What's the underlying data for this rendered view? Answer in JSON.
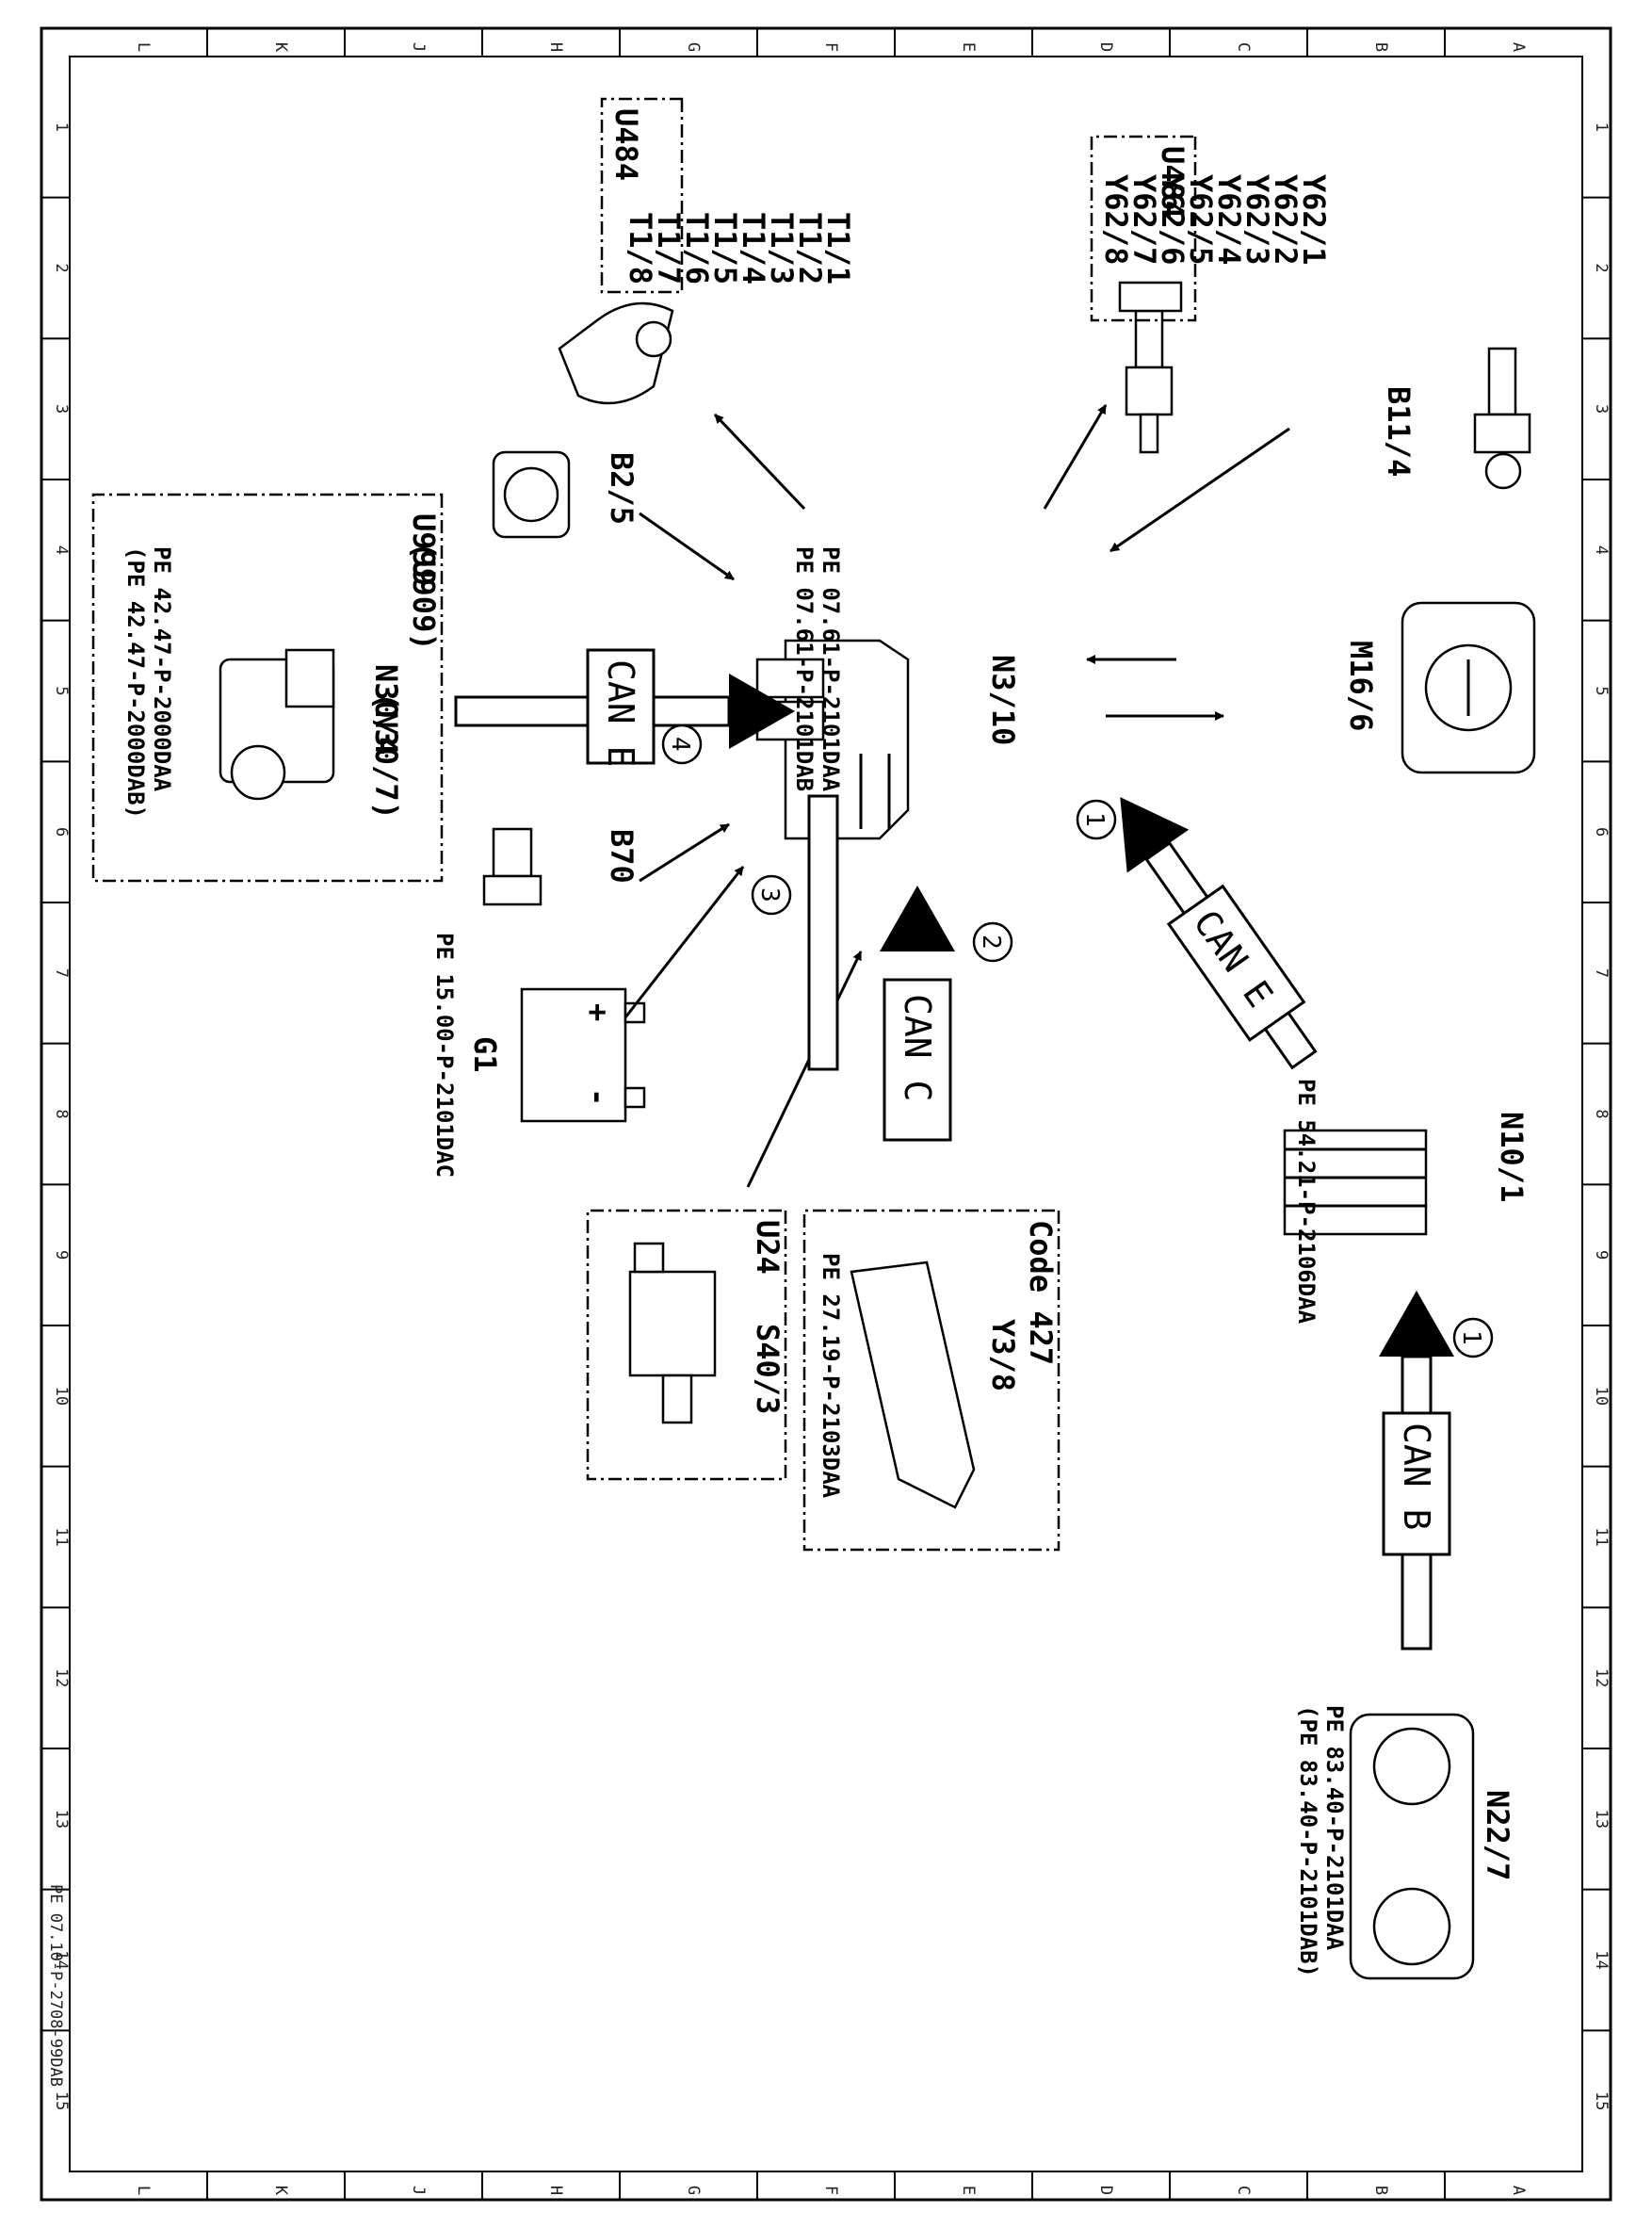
{
  "diagram": {
    "id": "PE 07.10-P-2708-99DAB",
    "grid_columns": [
      "L",
      "K",
      "J",
      "H",
      "G",
      "F",
      "E",
      "D",
      "C",
      "B",
      "A"
    ],
    "grid_rows": [
      "1",
      "2",
      "3",
      "4",
      "5",
      "6",
      "7",
      "8",
      "9",
      "10",
      "11",
      "12",
      "13",
      "14",
      "15"
    ],
    "components": {
      "n3_10": {
        "code": "N3/10",
        "refs": [
          "PE 07.61-P-2101DAA",
          "PE 07.61-P-2101DAB"
        ]
      },
      "t1": {
        "codes": [
          "T1/1",
          "T1/2",
          "T1/3",
          "T1/4",
          "T1/5",
          "T1/6",
          "T1/7",
          "T1/8"
        ],
        "group_label": "U484"
      },
      "y62": {
        "codes": [
          "Y62/1",
          "Y62/2",
          "Y62/3",
          "Y62/4",
          "Y62/5",
          "Y62/6",
          "Y62/7",
          "Y62/8"
        ],
        "group_label": "U484"
      },
      "b11_4": {
        "code": "B11/4"
      },
      "m16_6": {
        "code": "M16/6"
      },
      "b2_5": {
        "code": "B2/5"
      },
      "n30_4": {
        "code": "N30/4",
        "alt_code": "(N30/7)",
        "group_label": "U999",
        "group_label_alt": "(U909)",
        "refs": [
          "PE 42.47-P-2000DAA",
          "(PE 42.47-P-2000DAB)"
        ]
      },
      "b70": {
        "code": "B70"
      },
      "g1": {
        "code": "G1",
        "plus": "+",
        "minus": "-",
        "refs": [
          "PE 15.00-P-2101DAC"
        ]
      },
      "s40_3": {
        "code": "S40/3",
        "group_label": "U24"
      },
      "y3_8": {
        "code": "Y3/8",
        "group_label": "Code 427",
        "refs": [
          "PE 27.19-P-2103DAA"
        ]
      },
      "n10_1": {
        "code": "N10/1",
        "refs": [
          "PE 54.21-P-2106DAA"
        ]
      },
      "n22_7": {
        "code": "N22/7",
        "refs": [
          "PE 83.40-P-2101DAA",
          "(PE 83.40-P-2101DAB)"
        ]
      }
    },
    "buses": {
      "can_e_top": {
        "label": "CAN E",
        "number": "4"
      },
      "can_e_diag": {
        "label": "CAN E",
        "number": "1"
      },
      "can_c": {
        "label": "CAN C",
        "number": "2"
      },
      "can_b": {
        "label": "CAN B",
        "number": "1"
      },
      "unlabeled_number": "3"
    }
  }
}
